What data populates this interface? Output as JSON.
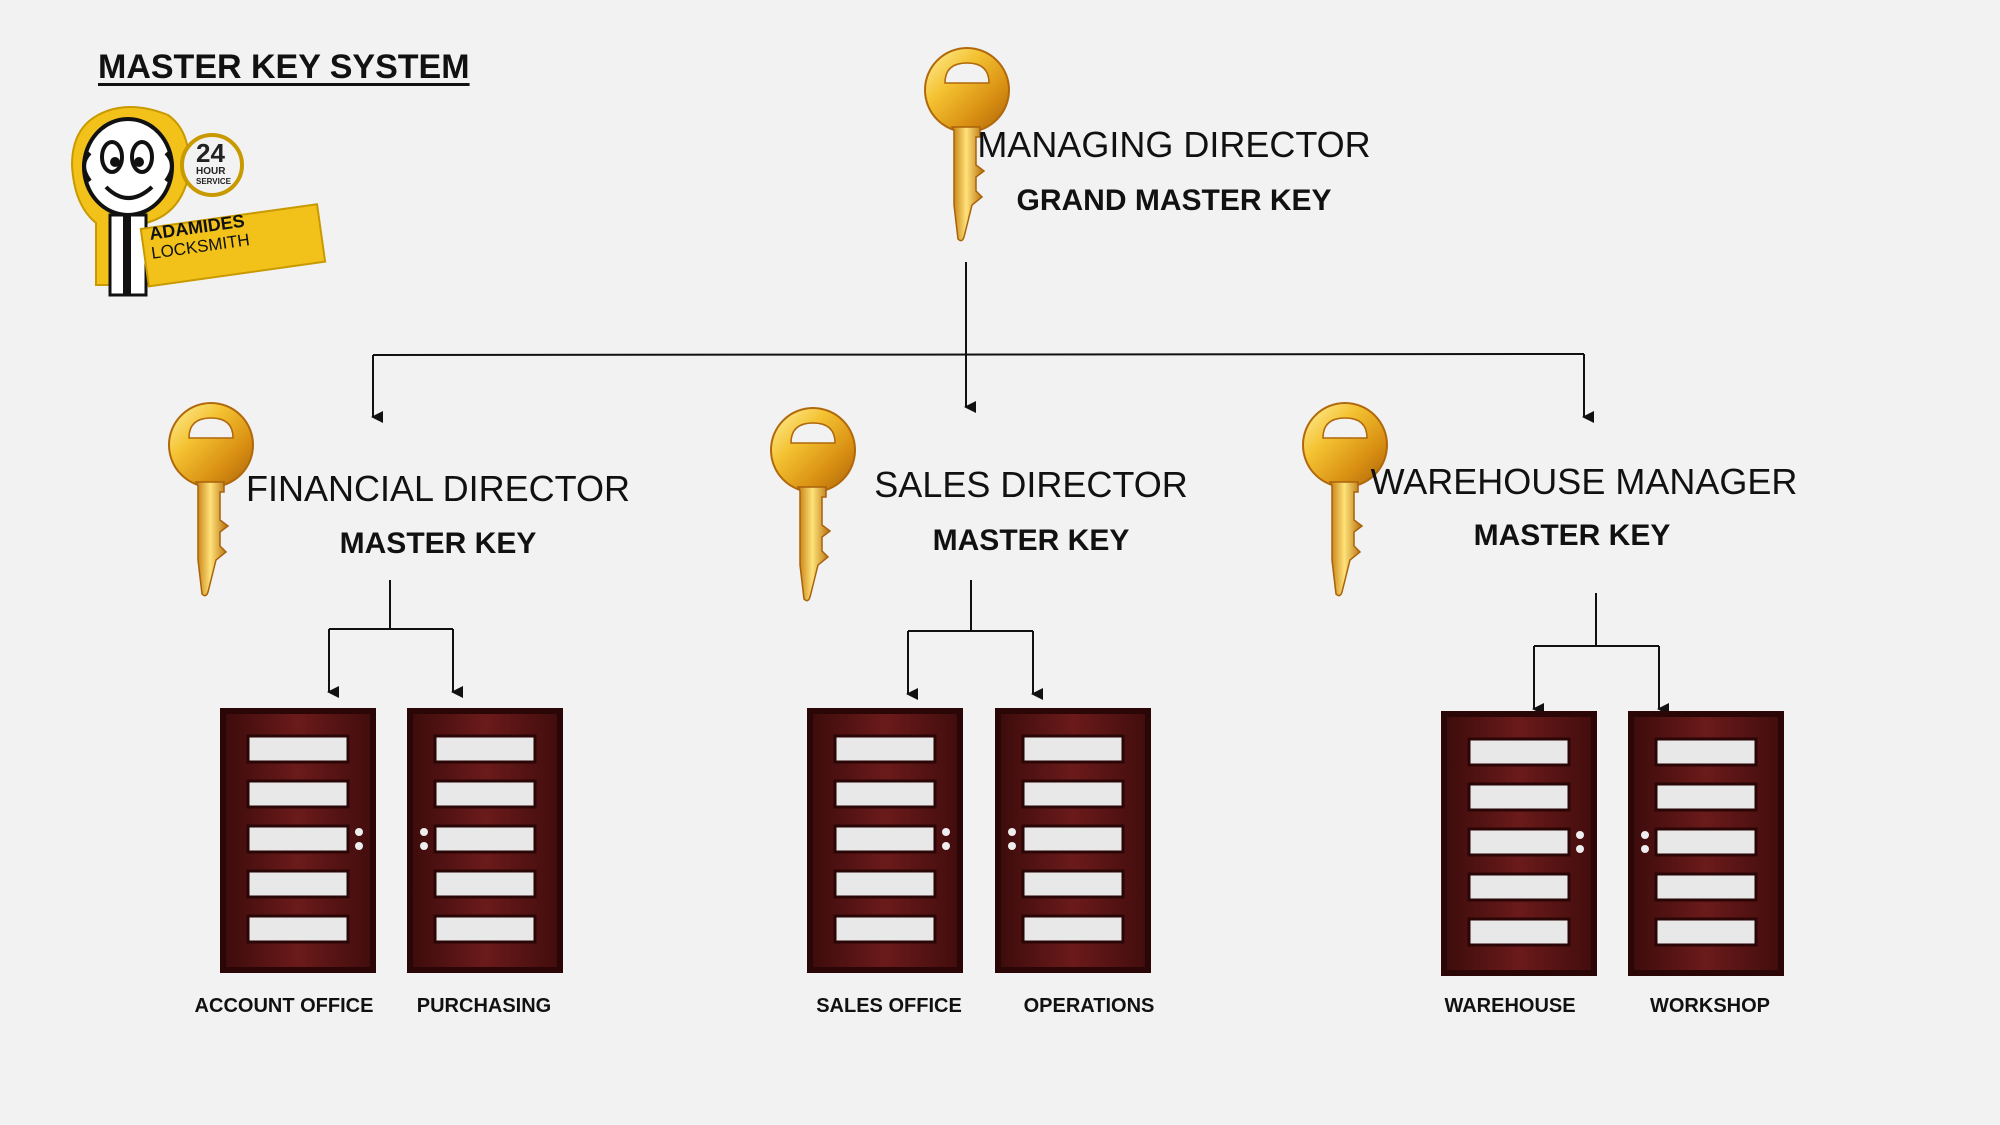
{
  "title": "MASTER KEY SYSTEM",
  "logo": {
    "badge_number": "24",
    "badge_line1": "HOUR",
    "badge_line2": "SERVICE",
    "brand_line1": "ADAMIDES",
    "brand_line2": "LOCKSMITH"
  },
  "top": {
    "role": "MANAGING DIRECTOR",
    "key": "GRAND MASTER KEY"
  },
  "branches": [
    {
      "role": "FINANCIAL DIRECTOR",
      "key": "MASTER KEY",
      "doors": [
        "ACCOUNT OFFICE",
        "PURCHASING"
      ]
    },
    {
      "role": "SALES DIRECTOR",
      "key": "MASTER KEY",
      "doors": [
        "SALES OFFICE",
        "OPERATIONS"
      ]
    },
    {
      "role": "WAREHOUSE MANAGER",
      "key": "MASTER KEY",
      "doors": [
        "WAREHOUSE",
        "WORKSHOP"
      ]
    }
  ],
  "colors": {
    "background": "#f2f2f2",
    "key_gold": "#e8a820",
    "door_wood": "#5a1414",
    "door_glass": "#e6e6e6",
    "logo_yellow": "#f2c21b",
    "line": "#111111"
  }
}
